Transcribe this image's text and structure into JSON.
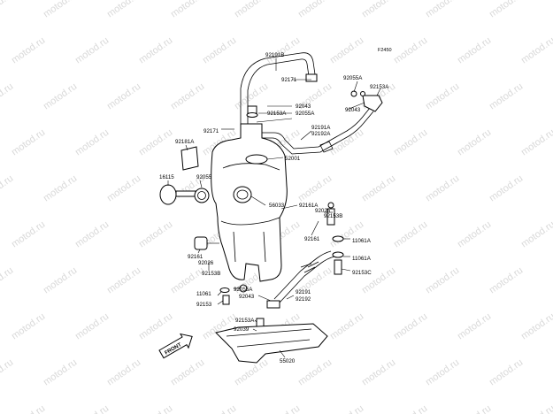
{
  "figure_code": "F2450",
  "watermark": "motod.ru",
  "front_label": "FRONT",
  "part_labels": [
    {
      "id": "92191B",
      "text": "92191B"
    },
    {
      "id": "92171a",
      "text": "92171"
    },
    {
      "id": "92055A_tr",
      "text": "92055A"
    },
    {
      "id": "92153A_tr",
      "text": "92153A"
    },
    {
      "id": "92043_tr",
      "text": "92043"
    },
    {
      "id": "92043_mid",
      "text": "92043"
    },
    {
      "id": "92153A_mid",
      "text": "92153A"
    },
    {
      "id": "92055A_mid",
      "text": "92055A"
    },
    {
      "id": "92171b",
      "text": "92171"
    },
    {
      "id": "92191A",
      "text": "92191A"
    },
    {
      "id": "92192A",
      "text": "92192A"
    },
    {
      "id": "92181A",
      "text": "92181A"
    },
    {
      "id": "52001",
      "text": "52001"
    },
    {
      "id": "16115",
      "text": "16115"
    },
    {
      "id": "92055",
      "text": "92055"
    },
    {
      "id": "56033",
      "text": "56033"
    },
    {
      "id": "92161A",
      "text": "92161A"
    },
    {
      "id": "92026_r",
      "text": "92026"
    },
    {
      "id": "92153B_r",
      "text": "92153B"
    },
    {
      "id": "92161_r",
      "text": "92161"
    },
    {
      "id": "11061A_a",
      "text": "11061A"
    },
    {
      "id": "11061A_b",
      "text": "11061A"
    },
    {
      "id": "92153C",
      "text": "92153C"
    },
    {
      "id": "92161_l",
      "text": "92161"
    },
    {
      "id": "92026_l",
      "text": "92026"
    },
    {
      "id": "92153B_l",
      "text": "92153B"
    },
    {
      "id": "92055A_low",
      "text": "92055A"
    },
    {
      "id": "92043_low",
      "text": "92043"
    },
    {
      "id": "11061",
      "text": "11061"
    },
    {
      "id": "92153",
      "text": "92153"
    },
    {
      "id": "92191",
      "text": "92191"
    },
    {
      "id": "92192",
      "text": "92192"
    },
    {
      "id": "92153A_low",
      "text": "92153A"
    },
    {
      "id": "92039",
      "text": "92039"
    },
    {
      "id": "55020",
      "text": "55020"
    }
  ]
}
